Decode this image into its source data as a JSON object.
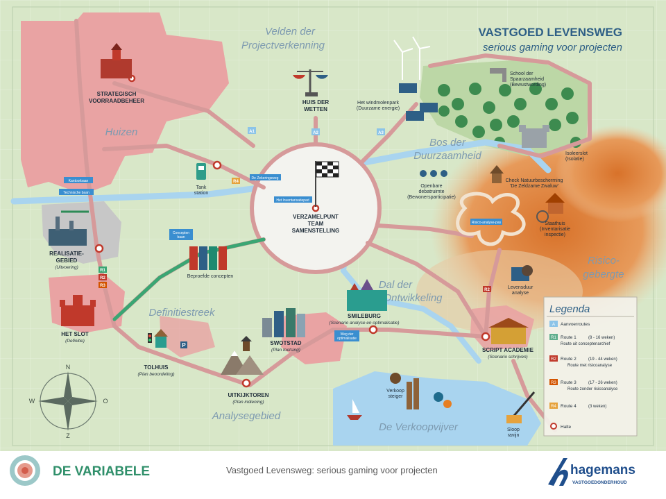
{
  "title": {
    "main": "VASTGOED LEVENSWEG",
    "sub": "serious gaming voor projecten"
  },
  "regions": {
    "velden": [
      "Velden der",
      "Projectverkenning"
    ],
    "huizen": "Huizen",
    "bos": [
      "Bos der",
      "Duurzaamheid"
    ],
    "risico": [
      "Risico-",
      "gebergte"
    ],
    "dal": [
      "Dal der",
      "Ontwikkeling"
    ],
    "definitie": "Definitiestreek",
    "analyse": "Analysegebied",
    "verkoop": "De Verkoopvijver"
  },
  "places": {
    "strategisch": [
      "STRATEGISCH",
      "VOORRAADBEHEER"
    ],
    "huis_wetten": [
      "HUIS DER",
      "WETTEN"
    ],
    "windmolen": [
      "Het windmolenpark",
      "(Duurzame energie)"
    ],
    "school": [
      "School der",
      "Spaarzaamheid",
      "(Bewustwording)"
    ],
    "isoleerslot": [
      "Isoleerslot",
      "(Isolatie)"
    ],
    "tank": [
      "Tank",
      "station"
    ],
    "openbare": [
      "Openbare",
      "debatruimte",
      "(Bewonersparticipatie)"
    ],
    "check": [
      "Check Natuurbescherming",
      "'De Zeldzame Zwaluw'"
    ],
    "verzamelpunt": [
      "VERZAMELPUNT",
      "TEAM",
      "SAMENSTELLING"
    ],
    "staathuis": [
      "Staathuis",
      "(Inventarisatie",
      "inspectie)"
    ],
    "realisatie": [
      "REALISATIE-",
      "GEBIED"
    ],
    "realisatie_sub": "(Uitvoering)",
    "beproefde": "Beproefde concepten",
    "levensduur": [
      "Levensduur",
      "analyse"
    ],
    "het_slot": "HET SLOT",
    "het_slot_sub": "(Definitie)",
    "smileburg": "SMILEBURG",
    "smileburg_sub": "(Scenario analyse en optimalisatie)",
    "swotstad": "SWOTSTAD",
    "swotstad_sub": "(Plan toetsing)",
    "script": "SCRIPT ACADEMIE",
    "script_sub": "(Scenario schrijven)",
    "tolhuis": "TOLHUIS",
    "tolhuis_sub": "(Plan beoordeling)",
    "uitkijktoren": "UITKIJKTOREN",
    "uitkijktoren_sub": "(Plan indiening)",
    "verkoop_steiger": [
      "Verkoop",
      "steiger"
    ],
    "sloop": [
      "Sloop",
      "ravijn"
    ]
  },
  "signs": {
    "kantoorbaan": "Kantoorbaan",
    "technische": "Technische baan",
    "zekering": "De Zekeringsweg",
    "inventarisatie": "Het Inventarisatiepad",
    "concepten_baan": [
      "Concepten",
      "baan"
    ],
    "risico_analyse": "Risico-analyse-pas",
    "weg_optimalisatie": [
      "Weg der",
      "optimalisatie"
    ]
  },
  "route_badges": {
    "a1": "A1",
    "a2": "A2",
    "a3": "A3",
    "r1": "R1",
    "r2": "R2",
    "r3": "R3",
    "r4": "R4"
  },
  "compass": {
    "n": "N",
    "o": "O",
    "z": "Z",
    "w": "W"
  },
  "legend": {
    "title": "Legenda",
    "items": [
      {
        "badge": "A",
        "label": "Aanvoerroutes",
        "desc": "",
        "color": "#8cc4e8"
      },
      {
        "badge": "R1",
        "label": "Route 1",
        "weeks": "(8 - 16 weken)",
        "desc": "Route uit conceptenarchief",
        "color": "#5fae8c"
      },
      {
        "badge": "R2",
        "label": "Route 2",
        "weeks": "(19 - 44 weken)",
        "desc": "Route met risicoanalyse",
        "color": "#c0392b"
      },
      {
        "badge": "R3",
        "label": "Route 3",
        "weeks": "(17 - 26 weken)",
        "desc": "Route zonder risicoanalyse",
        "color": "#d35400"
      },
      {
        "badge": "R4",
        "label": "Route 4",
        "weeks": "(3 weken)",
        "desc": "",
        "color": "#e6a23c"
      },
      {
        "badge": "",
        "label": "Halte",
        "desc": "",
        "color": "#c0392b"
      }
    ]
  },
  "footer": {
    "brand": "DE VARIABELE",
    "tagline": "Vastgoed Levensweg: serious gaming voor projecten",
    "partner": "hagemans",
    "partner_sub": "VASTGOEDONDERHOUD"
  },
  "colors": {
    "map_bg": "#d8e7c8",
    "urban": "#e9a3a3",
    "water": "#a9d4ef",
    "road": "#d69a9a",
    "mountain": "#e0853e",
    "brand_green": "#2f8f6a",
    "partner_blue": "#1f4e8c"
  }
}
